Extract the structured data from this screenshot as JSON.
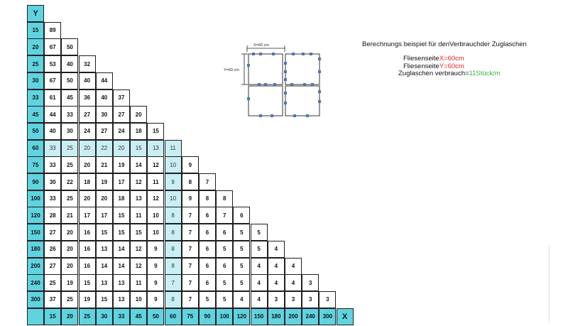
{
  "table": {
    "corner_label": "Y",
    "x_axis_label": "X",
    "y_values": [
      "15",
      "20",
      "25",
      "30",
      "33",
      "45",
      "50",
      "60",
      "75",
      "90",
      "100",
      "120",
      "150",
      "180",
      "200",
      "240",
      "300"
    ],
    "x_values": [
      "15",
      "20",
      "25",
      "30",
      "33",
      "45",
      "50",
      "60",
      "75",
      "90",
      "100",
      "120",
      "150",
      "180",
      "200",
      "240",
      "300"
    ],
    "rows": [
      [
        "89"
      ],
      [
        "67",
        "50"
      ],
      [
        "53",
        "40",
        "32"
      ],
      [
        "67",
        "50",
        "40",
        "44"
      ],
      [
        "61",
        "45",
        "36",
        "40",
        "37"
      ],
      [
        "44",
        "33",
        "27",
        "30",
        "27",
        "20"
      ],
      [
        "40",
        "30",
        "24",
        "27",
        "24",
        "18",
        "15"
      ],
      [
        "33",
        "25",
        "20",
        "22",
        "20",
        "15",
        "13",
        "11"
      ],
      [
        "33",
        "25",
        "20",
        "21",
        "19",
        "14",
        "12",
        "10",
        "9"
      ],
      [
        "30",
        "22",
        "18",
        "19",
        "17",
        "12",
        "11",
        "9",
        "8",
        "7"
      ],
      [
        "33",
        "25",
        "20",
        "20",
        "18",
        "13",
        "12",
        "10",
        "9",
        "8",
        "8"
      ],
      [
        "28",
        "21",
        "17",
        "17",
        "15",
        "11",
        "10",
        "8",
        "7",
        "6",
        "7",
        "6"
      ],
      [
        "27",
        "20",
        "16",
        "15",
        "15",
        "15",
        "10",
        "8",
        "7",
        "6",
        "6",
        "5",
        "5"
      ],
      [
        "26",
        "20",
        "16",
        "13",
        "14",
        "12",
        "9",
        "8",
        "7",
        "6",
        "5",
        "5",
        "5",
        "4"
      ],
      [
        "27",
        "20",
        "16",
        "14",
        "14",
        "12",
        "9",
        "8",
        "7",
        "6",
        "6",
        "5",
        "4",
        "4",
        "4"
      ],
      [
        "25",
        "19",
        "15",
        "13",
        "13",
        "11",
        "9",
        "7",
        "7",
        "6",
        "5",
        "5",
        "4",
        "4",
        "4",
        "3"
      ],
      [
        "37",
        "25",
        "19",
        "15",
        "13",
        "10",
        "9",
        "8",
        "7",
        "5",
        "5",
        "4",
        "4",
        "3",
        "3",
        "3",
        "3"
      ]
    ],
    "highlight_row": 7,
    "highlight_col": 7,
    "colors": {
      "header": "#5fd3e0",
      "highlight": "#c9eef3",
      "border": "#1f1f1f"
    }
  },
  "info": {
    "heading": "Berechnungs beispiel für denVerbrauchder Zuglaschen",
    "line1_prefix": "Fliesenseite",
    "line1_value": "X=60cm",
    "line2_prefix": "Fliesenseite",
    "line2_value": "Y=60cm",
    "line3_prefix": "Zuglaschen verbrauch=",
    "line3_value": "11Stück/m",
    "colors": {
      "red": "#e02424",
      "green": "#3ab03a"
    }
  },
  "diagram": {
    "x_label": "X=60 cm",
    "y_label": "Y=60 cm"
  }
}
